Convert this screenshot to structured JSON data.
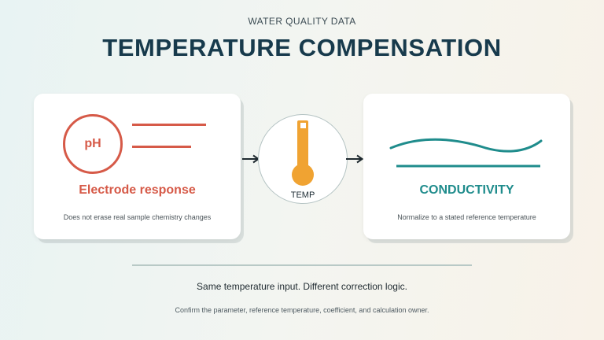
{
  "header": {
    "eyebrow": "WATER QUALITY DATA",
    "title": "TEMPERATURE COMPENSATION"
  },
  "left_card": {
    "badge": "pH",
    "label": "Electrode response",
    "note": "Does not erase real sample chemistry changes"
  },
  "center": {
    "label": "TEMP"
  },
  "right_card": {
    "label": "CONDUCTIVITY",
    "note": "Normalize to a stated reference temperature"
  },
  "footer": {
    "subline": "Same temperature input. Different correction logic.",
    "note": "Confirm the parameter, reference temperature, coefficient, and calculation owner."
  },
  "colors": {
    "ph_accent": "#d65a48",
    "conductivity_accent": "#1f8c8c",
    "thermometer": "#f0a332",
    "title": "#173a4c"
  },
  "icons": {
    "left": "ph-circle-icon",
    "center": "thermometer-icon",
    "right": "conductivity-wave-icon",
    "connectors": "arrow-right-icon"
  }
}
